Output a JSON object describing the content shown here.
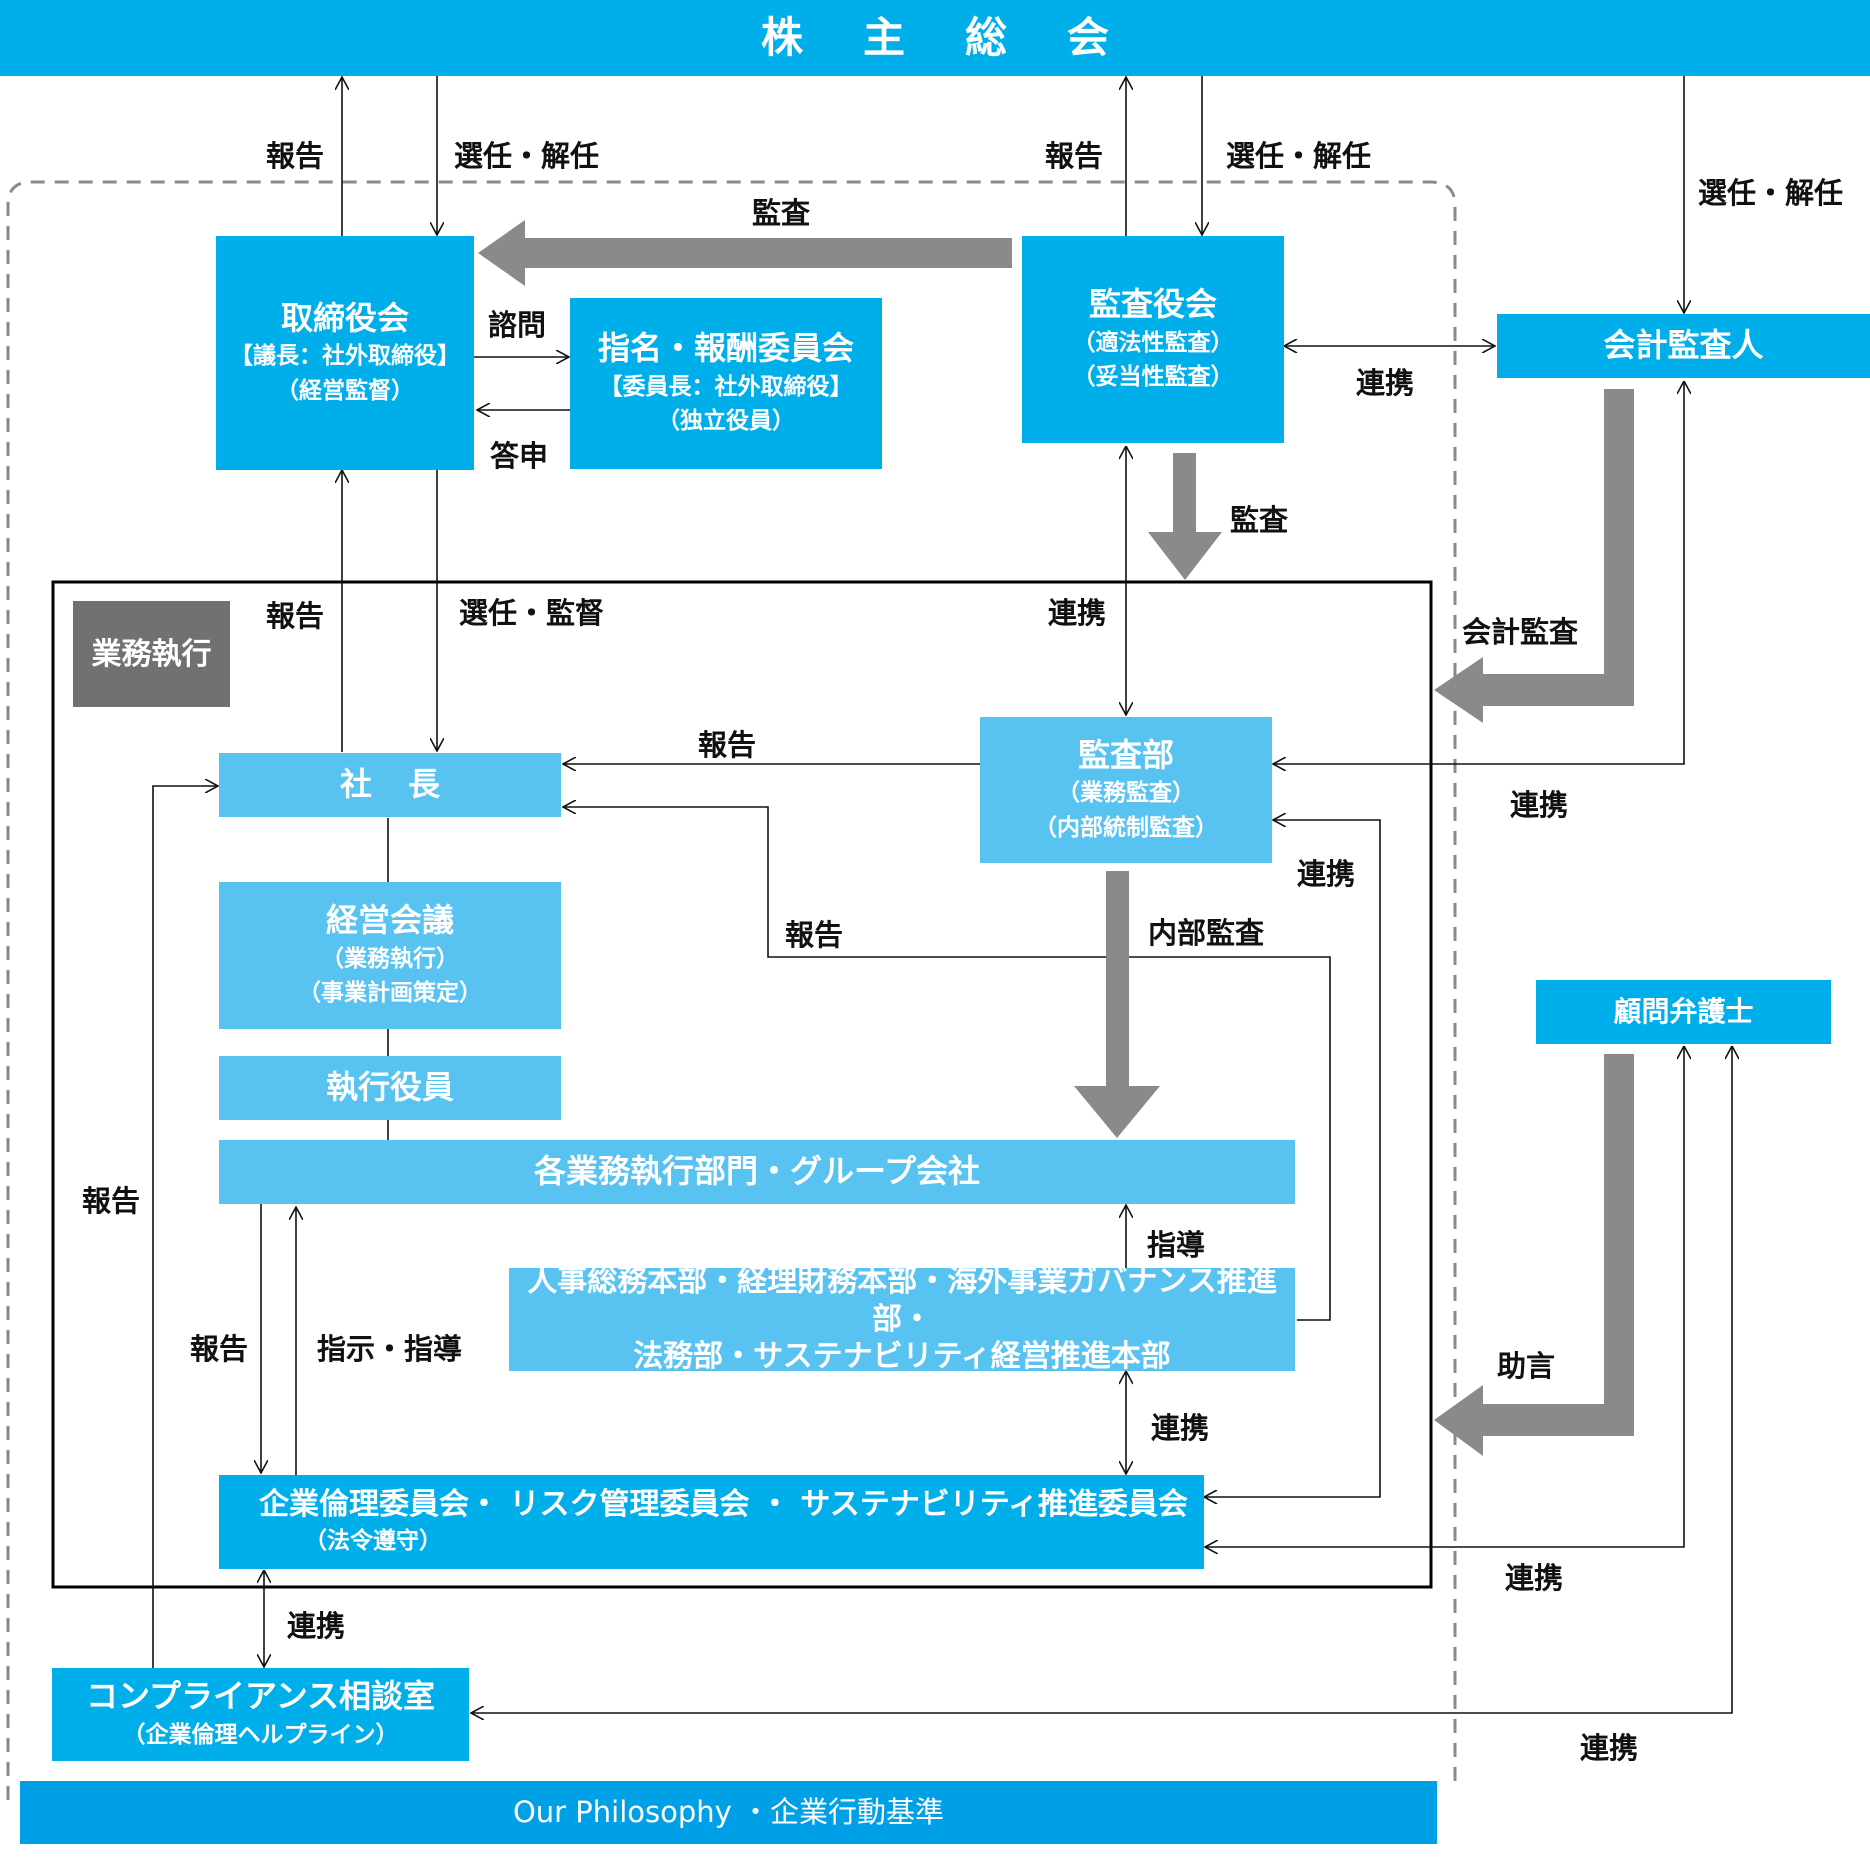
{
  "colors": {
    "primary_box": "#00aeea",
    "secondary_box": "#58c2f0",
    "footer_bar": "#00a0e6",
    "section_tag": "#717171",
    "thick_arrow": "#8a8a8a",
    "connector": "#111111",
    "dashed_border": "#8a8a8a"
  },
  "header": {
    "title": "株主総会"
  },
  "nodes": {
    "board": {
      "title": "取締役会",
      "line1": "【議長：社外取締役】",
      "line2": "（経営監督）"
    },
    "nomination_committee": {
      "title": "指名・報酬委員会",
      "line1": "【委員長：社外取締役】",
      "line2": "（独立役員）"
    },
    "audit_board": {
      "title": "監査役会",
      "line1": "（適法性監査）",
      "line2": "（妥当性監査）"
    },
    "accounting_auditor": {
      "title": "会計監査人"
    },
    "section_tag": {
      "title": "業務執行"
    },
    "president": {
      "title": "社長"
    },
    "audit_dept": {
      "title": "監査部",
      "line1": "（業務監査）",
      "line2": "（内部統制監査）"
    },
    "management_meeting": {
      "title": "経営会議",
      "line1": "（業務執行）",
      "line2": "（事業計画策定）"
    },
    "executive_officers": {
      "title": "執行役員"
    },
    "business_divisions": {
      "title": "各業務執行部門・グループ会社"
    },
    "corporate_departments": {
      "line1": "人事総務本部・経理財務本部・海外事業ガバナンス推進部・",
      "line2": "法務部・サステナビリティ経営推進本部"
    },
    "committees": {
      "title": "企業倫理委員会・ リスク管理委員会 ・ サステナビリティ推進委員会",
      "line1": "（法令遵守）"
    },
    "legal_counsel": {
      "title": "顧問弁護士"
    },
    "compliance_office": {
      "title": "コンプライアンス相談室",
      "line1": "（企業倫理ヘルプライン）"
    },
    "footer": {
      "title": "Our Philosophy ・企業行動基準"
    }
  },
  "labels": {
    "board_report": "報告",
    "board_elect": "選任・解任",
    "audit_board_report": "報告",
    "audit_board_elect": "選任・解任",
    "auditor_elect": "選任・解任",
    "audit_to_board": "監査",
    "consult": "諮問",
    "reply": "答申",
    "audit_board_auditor_link": "連携",
    "audit_to_execution": "監査",
    "president_report": "報告",
    "president_elect_supervise": "選任・監督",
    "audit_board_dept_link": "連携",
    "accounting_audit": "会計監査",
    "audit_dept_report": "報告",
    "auditor_dept_link": "連携",
    "corp_dept_report": "報告",
    "internal_audit": "内部監査",
    "audit_dept_link": "連携",
    "compliance_report": "報告",
    "guidance": "指導",
    "divisions_report": "報告",
    "instruction_guidance": "指示・指導",
    "corp_committee_link": "連携",
    "advice": "助言",
    "counsel_committee_link": "連携",
    "committee_compliance_link": "連携",
    "counsel_compliance_link": "連携"
  }
}
